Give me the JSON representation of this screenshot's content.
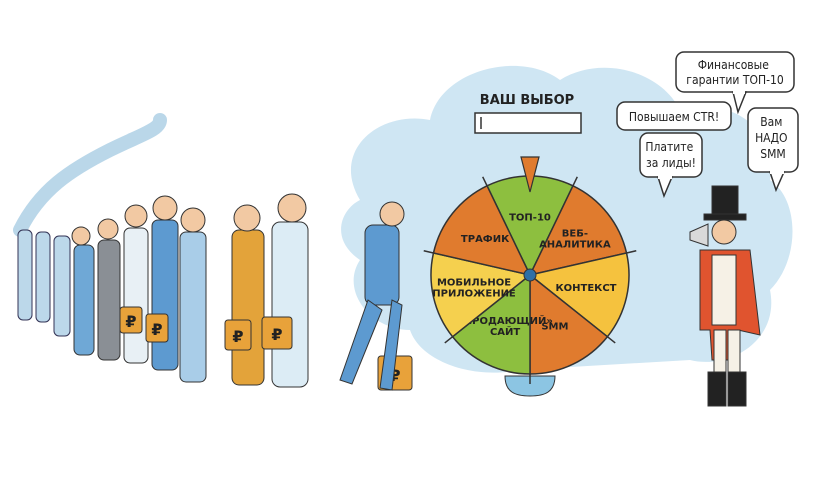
{
  "board": {
    "title": "ВАШ ВЫБОР"
  },
  "wheel": {
    "segments": [
      {
        "lines": [
          "ТОП-10"
        ],
        "color": "#8dbf3f"
      },
      {
        "lines": [
          "ВЕБ-",
          "АНАЛИТИКА"
        ],
        "color": "#e07b2e"
      },
      {
        "lines": [
          "КОНТЕКСТ"
        ],
        "color": "#f5c23e"
      },
      {
        "lines": [
          "SMM"
        ],
        "color": "#e07b2e"
      },
      {
        "lines": [
          "«ПРОДАЮЩИЙ»",
          "САЙТ"
        ],
        "color": "#8dbf3f"
      },
      {
        "lines": [
          "МОБИЛЬНОЕ",
          "ПРИЛОЖЕНИЕ"
        ],
        "color": "#f5d04e"
      },
      {
        "lines": [
          "ТРАФИК"
        ],
        "color": "#e07b2e"
      }
    ]
  },
  "bubbles": {
    "b1": [
      "Финансовые",
      "гарантии ТОП-10"
    ],
    "b2": [
      "Повышаем CTR!"
    ],
    "b3": [
      "Платите",
      "за лиды!"
    ],
    "b4": [
      "Вам",
      "НАДО",
      "SMM"
    ]
  },
  "currency_symbol": "₽"
}
